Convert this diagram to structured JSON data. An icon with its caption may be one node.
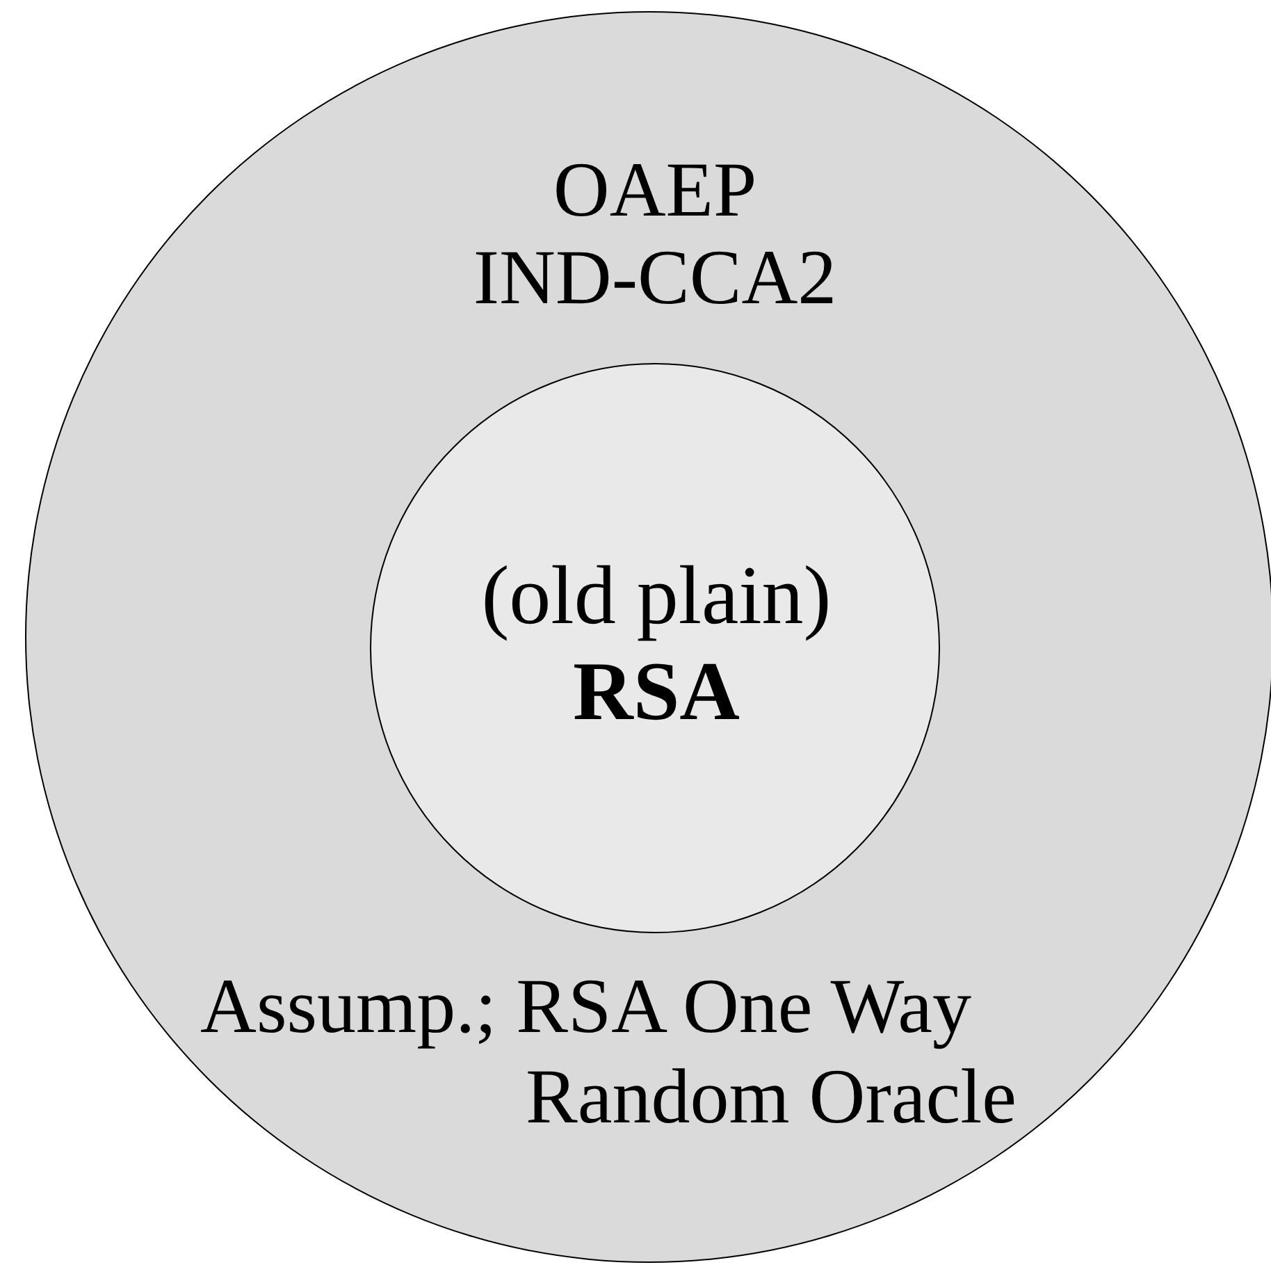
{
  "diagram": {
    "nodes": [
      {
        "text": [
          "OAEP",
          "IND-CCA2",
          "Assump.; RSA One Way Random Oracle"
        ]
      },
      {
        "text": [
          "(old plain) **RSA**"
        ],
        "in": 0
      }
    ],
    "edges": []
  }
}
